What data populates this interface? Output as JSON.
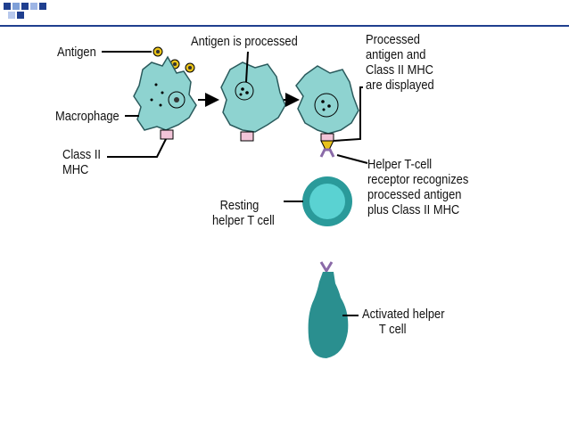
{
  "labels": {
    "antigen": "Antigen",
    "antigen_processed": "Antigen is processed",
    "processed_display": [
      "Processed",
      "antigen and",
      "Class II MHC",
      "are displayed"
    ],
    "macrophage": "Macrophage",
    "class_ii_mhc": [
      "Class II",
      "MHC"
    ],
    "helper_receptor": [
      "Helper T-cell",
      "receptor recognizes",
      "processed antigen",
      "plus Class II MHC"
    ],
    "resting": [
      "Resting",
      "helper T cell"
    ],
    "activated": [
      "Activated helper",
      "T cell"
    ]
  },
  "colors": {
    "cell_fill": "#8ed3d0",
    "cell_outline": "#2a5a5c",
    "mhc": "#f2c4d8",
    "resting_outer": "#2a9a9a",
    "resting_inner": "#5ad2d2",
    "activated": "#2a8f8f",
    "receptor": "#8a6aa8",
    "complex": "#e8c21a",
    "deco_square": "#1f3f8f"
  }
}
